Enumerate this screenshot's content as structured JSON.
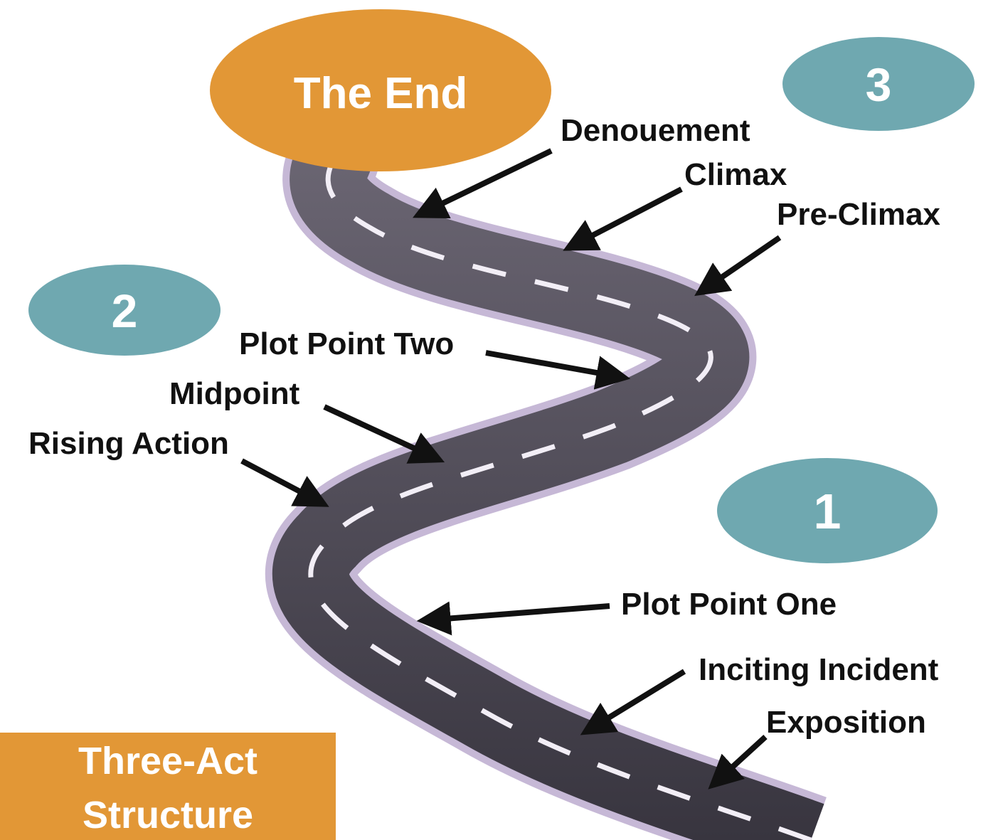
{
  "colors": {
    "accent_orange": "#E29736",
    "accent_teal": "#6FA8B0",
    "road_dark": "#3D3A44",
    "road_edge": "#B8A8C8",
    "label_text": "#111111",
    "arrow": "#111111"
  },
  "end_oval": {
    "label": "The End"
  },
  "act_markers": [
    {
      "label": "1"
    },
    {
      "label": "2"
    },
    {
      "label": "3"
    }
  ],
  "title_box": {
    "line1": "Three-Act",
    "line2": "Structure"
  },
  "stages": [
    {
      "label": "Exposition"
    },
    {
      "label": "Inciting Incident"
    },
    {
      "label": "Plot Point One"
    },
    {
      "label": "Rising Action"
    },
    {
      "label": "Midpoint"
    },
    {
      "label": "Plot Point Two"
    },
    {
      "label": "Pre-Climax"
    },
    {
      "label": "Climax"
    },
    {
      "label": "Denouement"
    }
  ]
}
